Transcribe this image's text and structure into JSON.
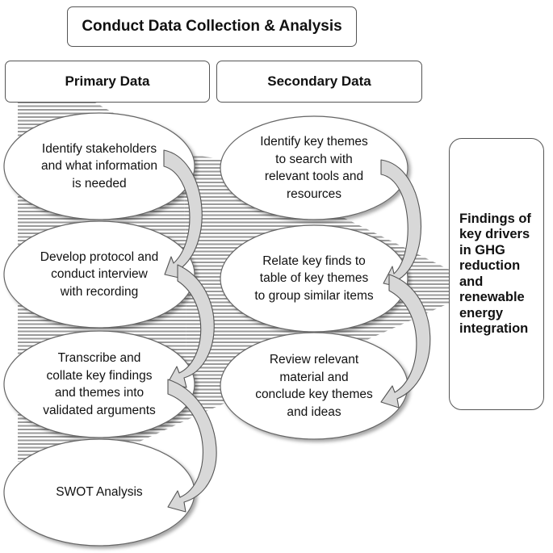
{
  "title": "Conduct Data Collection & Analysis",
  "columns": {
    "primary": "Primary Data",
    "secondary": "Secondary Data"
  },
  "primary_steps": [
    "Identify stakeholders and what information is needed",
    "Develop protocol and conduct interview with recording",
    "Transcribe and collate key findings and themes into validated arguments",
    "SWOT  Analysis"
  ],
  "secondary_steps": [
    "Identify key themes to search with relevant tools and resources",
    "Relate key finds to table of key themes to group similar items",
    "Review relevant material and conclude key themes and ideas"
  ],
  "findings": "Findings of key drivers in GHG reduction and renewable energy integration",
  "colors": {
    "border": "#555555",
    "stripe": "#9a9a9a",
    "arrow_fill": "#d8d8d8"
  }
}
